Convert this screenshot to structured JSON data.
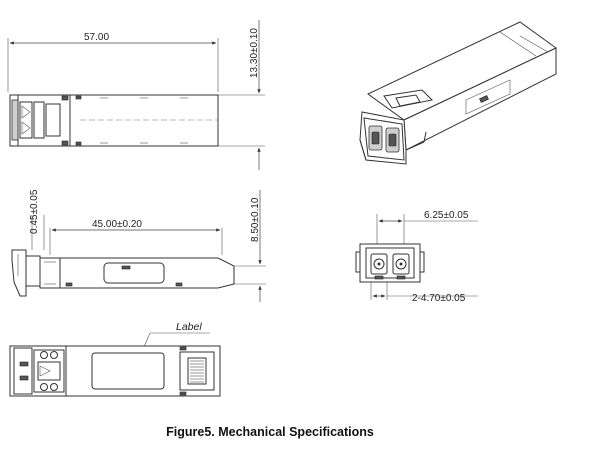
{
  "caption": "Figure5. Mechanical Specifications",
  "dimensions": {
    "length": "57.00",
    "height": "13.30±0.10",
    "flange": "0.45±0.05",
    "body_length": "45.00±0.20",
    "thickness": "8.50±0.10",
    "port_spacing": "6.25±0.05",
    "port_size": "2-4.70±0.05"
  },
  "label_callout": "Label"
}
